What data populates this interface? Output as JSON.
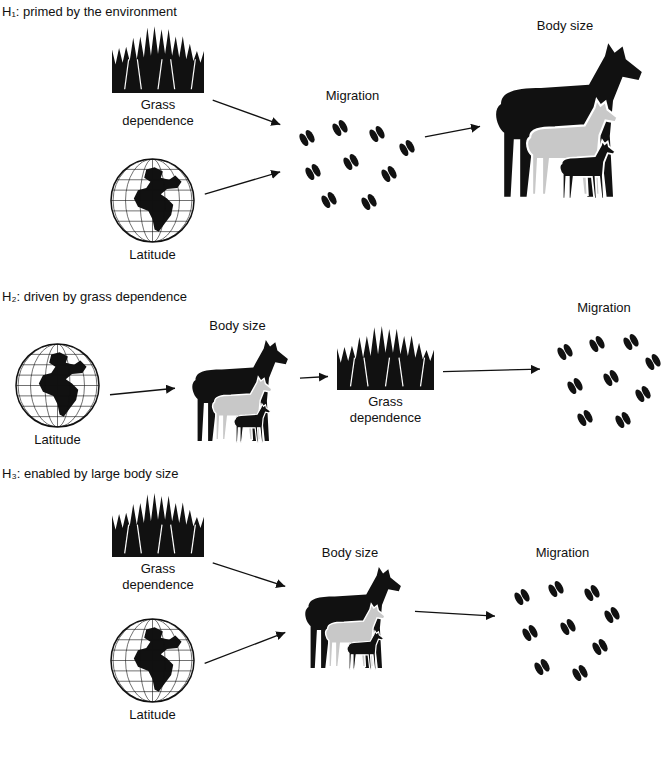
{
  "diagram": {
    "nodes": [
      {
        "text": [
          "Grass dependence"
        ]
      },
      {
        "text": [
          "Latitude"
        ]
      },
      {
        "text": [
          "Migration"
        ]
      },
      {
        "text": [
          "Body size"
        ]
      },
      {
        "text": [
          "Latitude"
        ]
      },
      {
        "text": [
          "Body size"
        ]
      },
      {
        "text": [
          "Grass dependence"
        ]
      },
      {
        "text": [
          "Migration"
        ]
      },
      {
        "text": [
          "Grass dependence"
        ]
      },
      {
        "text": [
          "Latitude"
        ]
      },
      {
        "text": [
          "Body size"
        ]
      },
      {
        "text": [
          "Migration"
        ]
      }
    ],
    "edges": [
      {
        "from": 0,
        "to": 2,
        "arrow": "to"
      },
      {
        "from": 1,
        "to": 2,
        "arrow": "to"
      },
      {
        "from": 2,
        "to": 3,
        "arrow": "to"
      },
      {
        "from": 4,
        "to": 5,
        "arrow": "to"
      },
      {
        "from": 5,
        "to": 6,
        "arrow": "to"
      },
      {
        "from": 6,
        "to": 7,
        "arrow": "to"
      },
      {
        "from": 8,
        "to": 10,
        "arrow": "to"
      },
      {
        "from": 9,
        "to": 10,
        "arrow": "to"
      },
      {
        "from": 10,
        "to": 11,
        "arrow": "to"
      }
    ],
    "labels": [
      "H₁: primed by the environment",
      "H₂: driven by grass dependence",
      "H₃: enabled by large body size"
    ]
  }
}
